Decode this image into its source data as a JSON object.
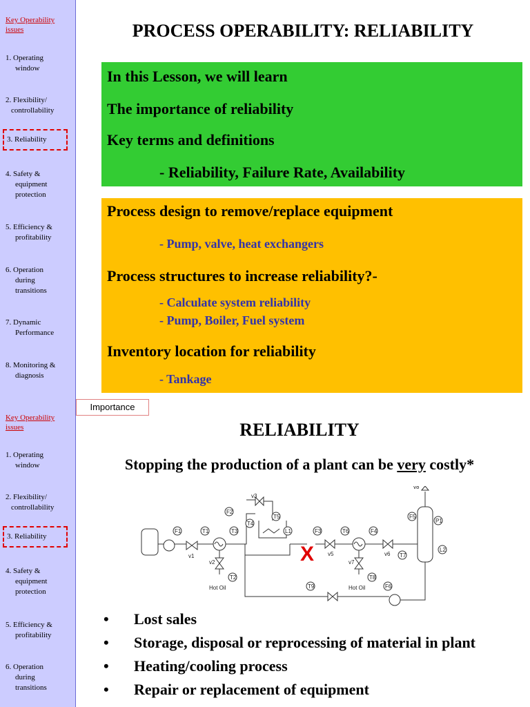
{
  "sidebar": {
    "heading": "Key Operability issues",
    "items": [
      {
        "l1": "1. Operating",
        "l2": "window",
        "l3": ""
      },
      {
        "l1": "2. Flexibility/",
        "l2": "controllability",
        "l3": ""
      },
      {
        "l1": "3. Reliability",
        "l2": "",
        "l3": ""
      },
      {
        "l1": "4. Safety &",
        "l2": "equipment",
        "l3": "protection"
      },
      {
        "l1": "5. Efficiency &",
        "l2": "profitability",
        "l3": ""
      },
      {
        "l1": "6. Operation",
        "l2": "during",
        "l3": "transitions"
      },
      {
        "l1": "7. Dynamic",
        "l2": "Performance",
        "l3": ""
      },
      {
        "l1": "8. Monitoring &",
        "l2": "diagnosis",
        "l3": ""
      }
    ]
  },
  "slide1": {
    "title": "PROCESS OPERABILITY: RELIABILITY",
    "green": {
      "l1": "In this Lesson, we will learn",
      "l2": "The importance of reliability",
      "l3": "Key terms and definitions",
      "l4": "- Reliability, Failure Rate, Availability"
    },
    "orange": {
      "l1": "Process design to remove/replace equipment",
      "s1": "- Pump, valve, heat exchangers",
      "l2": "Process structures to increase reliability?-",
      "s2": "- Calculate system reliability",
      "s3": "- Pump, Boiler, Fuel system",
      "l3": "Inventory location for reliability",
      "s4": "- Tankage"
    }
  },
  "slide2": {
    "tag": "Importance",
    "title": "RELIABILITY",
    "lead_pre": "Stopping the production of a plant can be ",
    "lead_em": "very",
    "lead_post": " costly*",
    "diagram": {
      "labels": [
        "F1",
        "T1",
        "T3",
        "F2",
        "T4",
        "T5",
        "L1",
        "F3",
        "T6",
        "F4",
        "T7",
        "F5",
        "P1",
        "L2",
        "T2",
        "T8",
        "T9",
        "F6",
        "v1",
        "v2",
        "v3",
        "v5",
        "v6",
        "v7",
        "v8"
      ],
      "hot_oil": "Hot Oil",
      "fail_mark": "X"
    },
    "bullets": [
      "Lost sales",
      "Storage, disposal or reprocessing of material in plant",
      "Heating/cooling process",
      "Repair or replacement of equipment"
    ]
  },
  "colors": {
    "sidebar": "#ccccff",
    "green_box": "#33cc33",
    "orange_box": "#ffc000",
    "active_border": "#e00000",
    "sub_text": "#3333aa"
  }
}
